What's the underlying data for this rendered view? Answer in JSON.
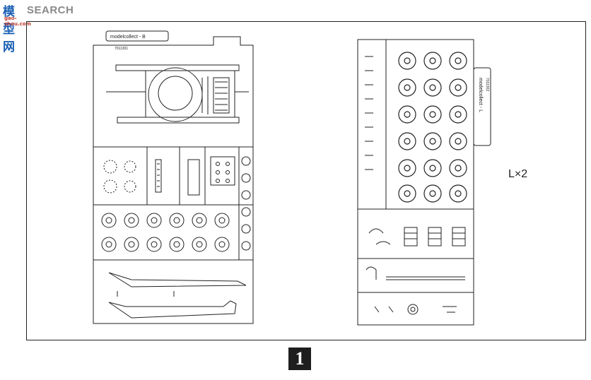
{
  "logo": {
    "glyphs": "模型网",
    "word": "SEARCH",
    "url": "gao-shou.com"
  },
  "sprue_b": {
    "brand": "modelcollect - B",
    "code": "7011301"
  },
  "sprue_l": {
    "brand": "modelcollect - L",
    "code": "7011302"
  },
  "quantity_label": "L×2",
  "step_number": "1",
  "colors": {
    "line": "#222222",
    "step_bg": "#1e1e1e"
  }
}
